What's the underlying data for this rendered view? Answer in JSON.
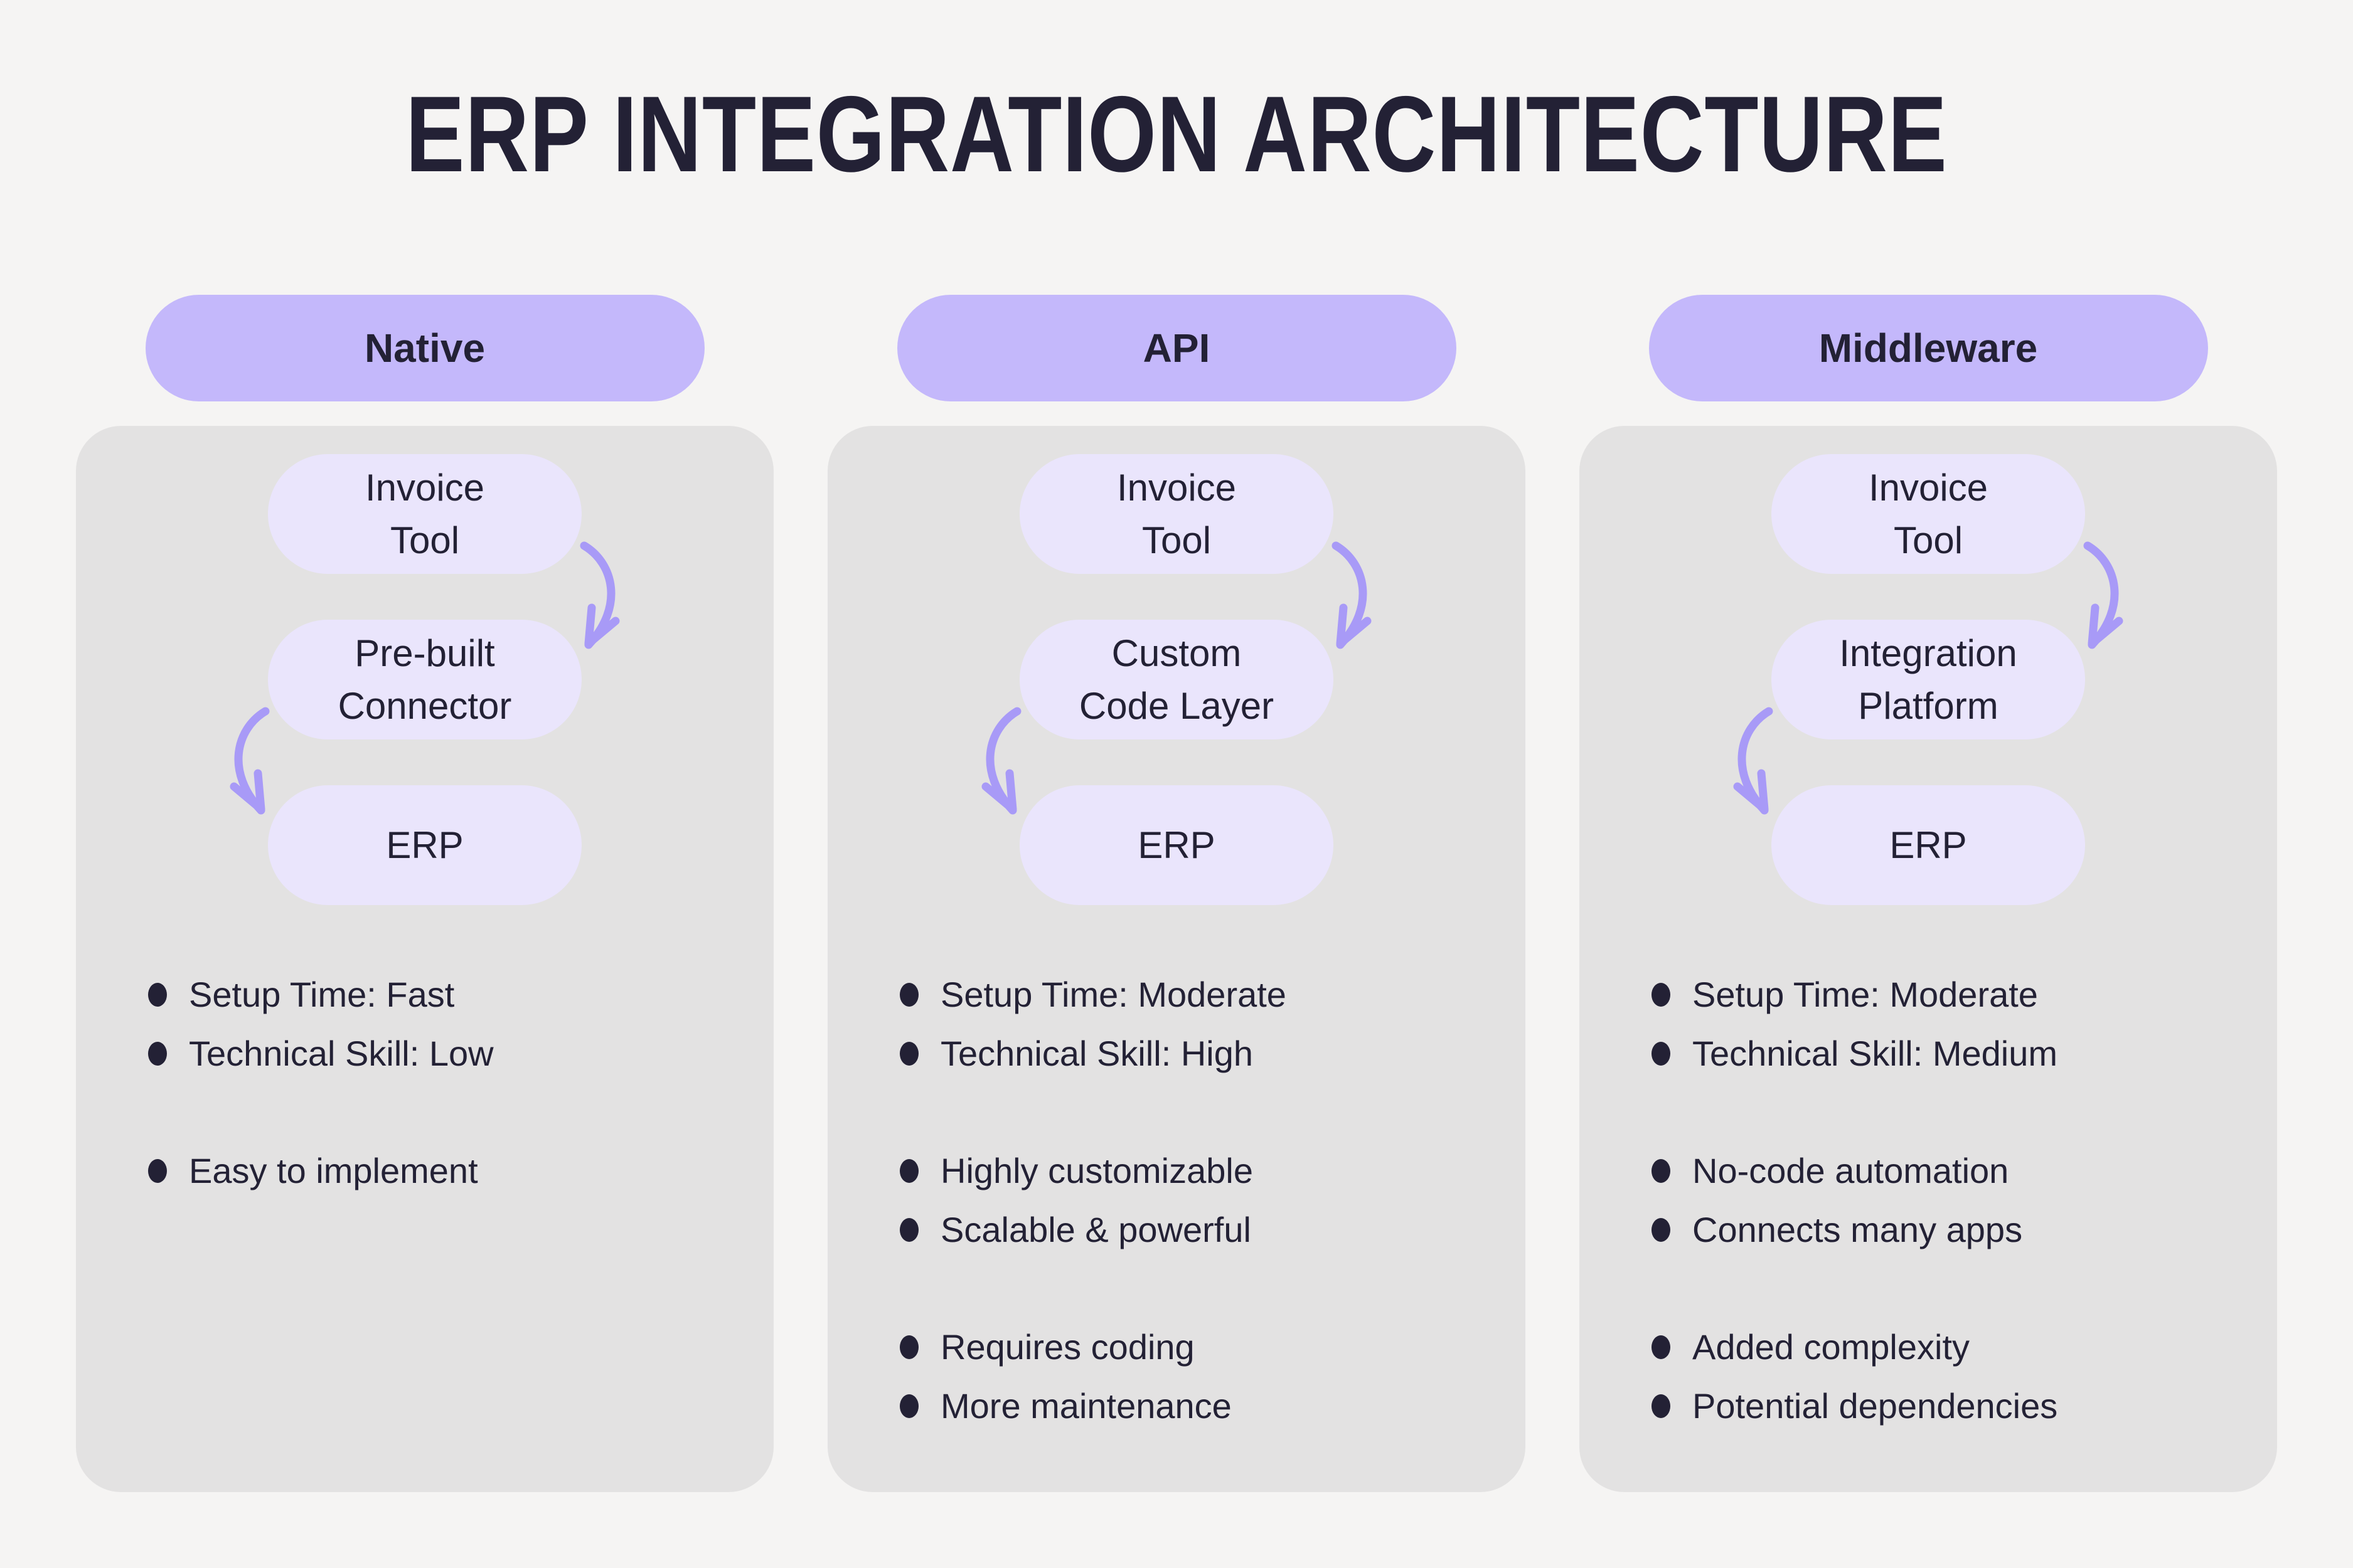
{
  "title": "ERP INTEGRATION ARCHITECTURE",
  "colors": {
    "bg": "#f5f4f3",
    "ink": "#232135",
    "pill": "#c4b8fb",
    "card": "#e3e2e2",
    "box": "#eae5fc",
    "arrow": "#a89af7"
  },
  "icons": {
    "flow_arrow": "curved-down-arrow"
  },
  "columns": [
    {
      "header": "Native",
      "flow": [
        [
          "Invoice",
          "Tool"
        ],
        [
          "Pre-built",
          "Connector"
        ],
        [
          "ERP"
        ]
      ],
      "groups": [
        [
          "Setup Time: Fast",
          "Technical Skill: Low"
        ],
        [
          "Easy to implement"
        ]
      ]
    },
    {
      "header": "API",
      "flow": [
        [
          "Invoice",
          "Tool"
        ],
        [
          "Custom",
          "Code Layer"
        ],
        [
          "ERP"
        ]
      ],
      "groups": [
        [
          "Setup Time: Moderate",
          "Technical Skill: High"
        ],
        [
          "Highly customizable",
          "Scalable & powerful"
        ],
        [
          "Requires coding",
          "More maintenance"
        ]
      ]
    },
    {
      "header": "Middleware",
      "flow": [
        [
          "Invoice",
          "Tool"
        ],
        [
          "Integration",
          "Platform"
        ],
        [
          "ERP"
        ]
      ],
      "groups": [
        [
          "Setup Time: Moderate",
          "Technical Skill: Medium"
        ],
        [
          "No-code automation",
          "Connects many apps"
        ],
        [
          "Added complexity",
          "Potential dependencies"
        ]
      ]
    }
  ]
}
